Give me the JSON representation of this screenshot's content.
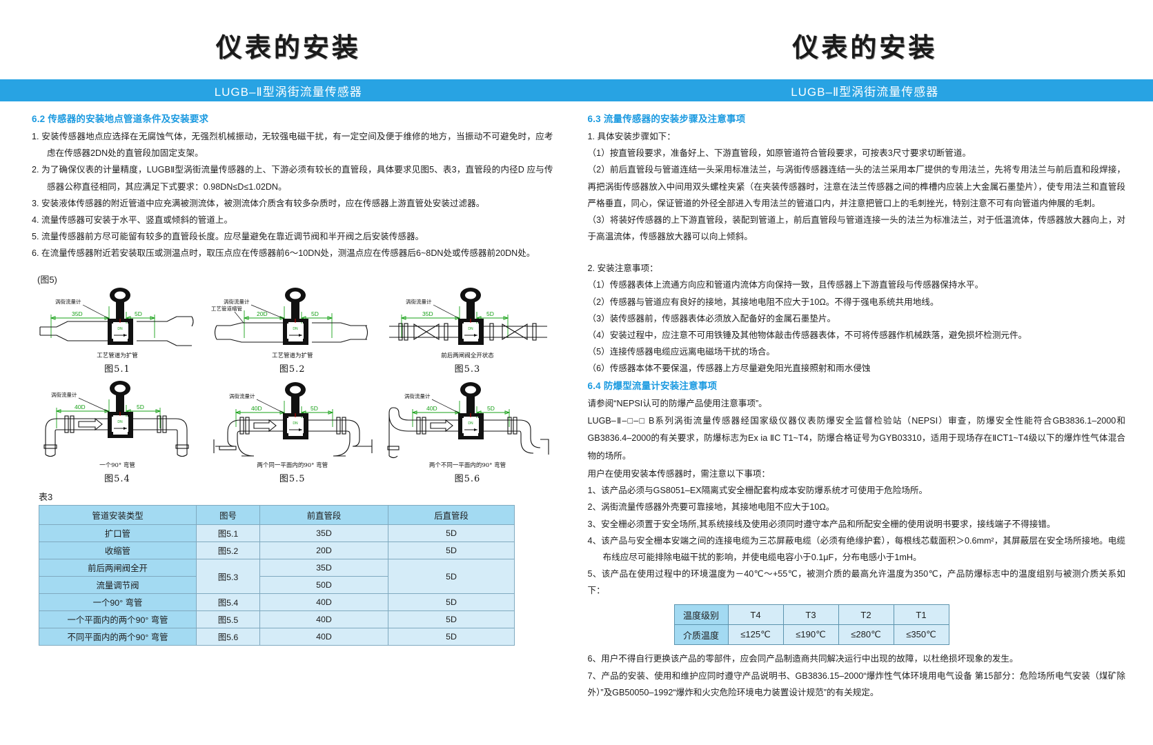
{
  "page": {
    "title": "仪表的安装",
    "banner": "LUGB–Ⅱ型涡街流量传感器"
  },
  "left": {
    "section_6_2": {
      "heading": "6.2 传感器的安装地点管道条件及安装要求",
      "items": [
        "1. 安装传感器地点应选择在无腐蚀气体，无强烈机械振动，无较强电磁干扰，有一定空间及便于维修的地方，当振动不可避免时，应考虑在传感器2DN处的直管段加固定支架。",
        "2. 为了确保仪表的计量精度，LUGBⅡ型涡街流量传感器的上、下游必须有较长的直管段，具体要求见图5、表3，直管段的内径D 应与传感器公称直径相同，其应满足下式要求：0.98DN≤D≤1.02DN。",
        "3. 安装液体传感器的附近管道中应充满被测流体，被测流体介质含有较多杂质时，应在传感器上游直管处安装过滤器。",
        "4. 流量传感器可安装于水平、竖直或倾斜的管道上。",
        "5. 流量传感器前方尽可能留有较多的直管段长度。应尽量避免在靠近调节阀和半开阀之后安装传感器。",
        "6. 在流量传感器附近若安装取压或测温点时，取压点应在传感器前6～10DN处，测温点应在传感器后6~8DN处或传感器前20DN处。"
      ]
    },
    "figure_group_label": "(图5)",
    "figures": [
      {
        "id": "图5.1",
        "caption": "工艺管道为扩管",
        "meter_label": "涡街流量计",
        "up": "35D",
        "down": "5D"
      },
      {
        "id": "图5.2",
        "caption": "工艺管道为扩管",
        "meter_label": "涡街流量计",
        "up": "20D",
        "down": "5D",
        "extra_label": "工艺管道缩管"
      },
      {
        "id": "图5.3",
        "caption": "前后两闸阀全开状态",
        "meter_label": "涡街流量计",
        "up": "35D",
        "down": "5D"
      },
      {
        "id": "图5.4",
        "caption": "一个90° 弯管",
        "meter_label": "涡街流量计",
        "up": "40D",
        "down": "5D"
      },
      {
        "id": "图5.5",
        "caption": "两个同一平面内的90° 弯管",
        "meter_label": "涡街流量计",
        "up": "40D",
        "down": "5D"
      },
      {
        "id": "图5.6",
        "caption": "两个不同一平面内的90° 弯管",
        "meter_label": "涡街流量计",
        "up": "40D",
        "down": "5D"
      }
    ],
    "table3": {
      "label": "表3",
      "headers": [
        "管道安装类型",
        "图号",
        "前直管段",
        "后直管段"
      ],
      "rows": [
        {
          "type": "扩口管",
          "fig": "图5.1",
          "up": "35D",
          "down": "5D"
        },
        {
          "type": "收缩管",
          "fig": "图5.2",
          "up": "20D",
          "down": "5D"
        },
        {
          "type": "前后两闸阀全开",
          "fig": "图5.3",
          "up": "35D",
          "down": "5D"
        },
        {
          "type": "流量调节阀",
          "fig": "",
          "up": "50D",
          "down": ""
        },
        {
          "type": "一个90° 弯管",
          "fig": "图5.4",
          "up": "40D",
          "down": "5D"
        },
        {
          "type": "一个平面内的两个90° 弯管",
          "fig": "图5.5",
          "up": "40D",
          "down": "5D"
        },
        {
          "type": "不同平面内的两个90° 弯管",
          "fig": "图5.6",
          "up": "40D",
          "down": "5D"
        }
      ]
    }
  },
  "right": {
    "section_6_3": {
      "heading": "6.3 流量传感器的安装步骤及注意事项",
      "step_intro": "1. 具体安装步骤如下：",
      "steps": [
        "（1）按直管段要求，准备好上、下游直管段，如原管道符合管段要求，可按表3尺寸要求切断管道。",
        "（2）前后直管段与管道连结一头采用标准法兰，与涡街传感器连结一头的法兰采用本厂提供的专用法兰，先将专用法兰与前后直和段焊接，再把涡街传感器放入中间用双头螺栓夹紧（在夹装传感器时，注意在法兰传感器之间的榫槽内应装上大金属石墨垫片），使专用法兰和直管段严格垂直，同心，保证管道的外径全部进入专用法兰的管道口内，并注意把管口上的毛刺挫光，特别注意不可有向管道内伸展的毛刺。",
        "（3）将装好传感器的上下游直管段，装配到管道上，前后直管段与管道连接一头的法兰为标准法兰，对于低温流体，传感器放大器向上，对于高温流体，传感器放大器可以向上倾斜。"
      ],
      "notes_intro": "2. 安装注意事项：",
      "notes": [
        "（1）传感器表体上流通方向应和管道内流体方向保持一致，且传感器上下游直管段与传感器保持水平。",
        "（2）传感器与管道应有良好的接地，其接地电阻不应大于10Ω。不得于强电系统共用地线。",
        "（3）装传感器前，传感器表体必须放入配备好的金属石墨垫片。",
        "（4）安装过程中，应注意不可用铁锤及其他物体敲击传感器表体，不可将传感器作机械跌落，避免损坏检测元件。",
        "（5）连接传感器电缆应远离电磁场干扰的场合。",
        "（6）传感器本体不要保温，传感器上方尽量避免阳光直接照射和雨水侵蚀"
      ]
    },
    "section_6_4": {
      "heading": "6.4 防爆型流量计安装注意事项",
      "paras": [
        "请参阅“NEPSI认可的防爆产品使用注意事项”。",
        "LUGB–Ⅱ–□–□ B系列涡街流量传感器经国家级仪器仪表防爆安全监督检验站（NEPSI）审查，防爆安全性能符合GB3836.1–2000和GB3836.4–2000的有关要求，防爆标志为Ex ia ⅡC T1~T4，防爆合格证号为GYB03310，适用于现场存在ⅡCT1~T4级以下的爆炸性气体混合物的场所。",
        "用户在使用安装本传感器时，需注意以下事项："
      ],
      "list": [
        "1、该产品必须与GS8051–EX隔离式安全栅配套构成本安防爆系统才可使用于危险场所。",
        "2、涡街流量传感器外壳要可靠接地，其接地电阻不应大于10Ω。",
        "3、安全栅必须置于安全场所,其系统接线及使用必须同时遵守本产品和所配安全栅的使用说明书要求，接线端子不得接错。",
        "4、该产品与安全栅本安端之间的连接电缆为三芯屏蔽电缆（必须有绝缘护套），每根线芯载面积＞0.6mm²，其屏蔽层在安全场所接地。电缆布线应尽可能排除电磁干扰的影响，并使电缆电容小于0.1μF，分布电感小于1mH。",
        "5、该产品在使用过程中的环境温度为－40℃～+55℃，被测介质的最高允许温度为350℃，产品防爆标志中的温度组别与被测介质关系如下："
      ],
      "temp_table": {
        "row_headers": [
          "温度级别",
          "介质温度"
        ],
        "grades": [
          "T4",
          "T3",
          "T2",
          "T1"
        ],
        "temps": [
          "≤125℃",
          "≤190℃",
          "≤280℃",
          "≤350℃"
        ]
      },
      "tail": [
        "6、用户不得自行更换该产品的零部件，应会同产品制造商共同解决运行中出现的故障，以杜绝损坏现象的发生。",
        "7、产品的安装、使用和维护应同时遵守产品说明书、GB3836.15–2000“爆炸性气体环境用电气设备 第15部分：危险场所电气安装（煤矿除外）”及GB50050–1992“爆炸和火灾危险环境电力装置设计规范”的有关规定。"
      ]
    }
  },
  "colors": {
    "banner_blue": "#28a3e3",
    "heading_blue": "#1b9ae0",
    "dim_green": "#16a016",
    "table_header_blue": "#a3daf2",
    "table_cell_blue": "#d5ecf8"
  }
}
